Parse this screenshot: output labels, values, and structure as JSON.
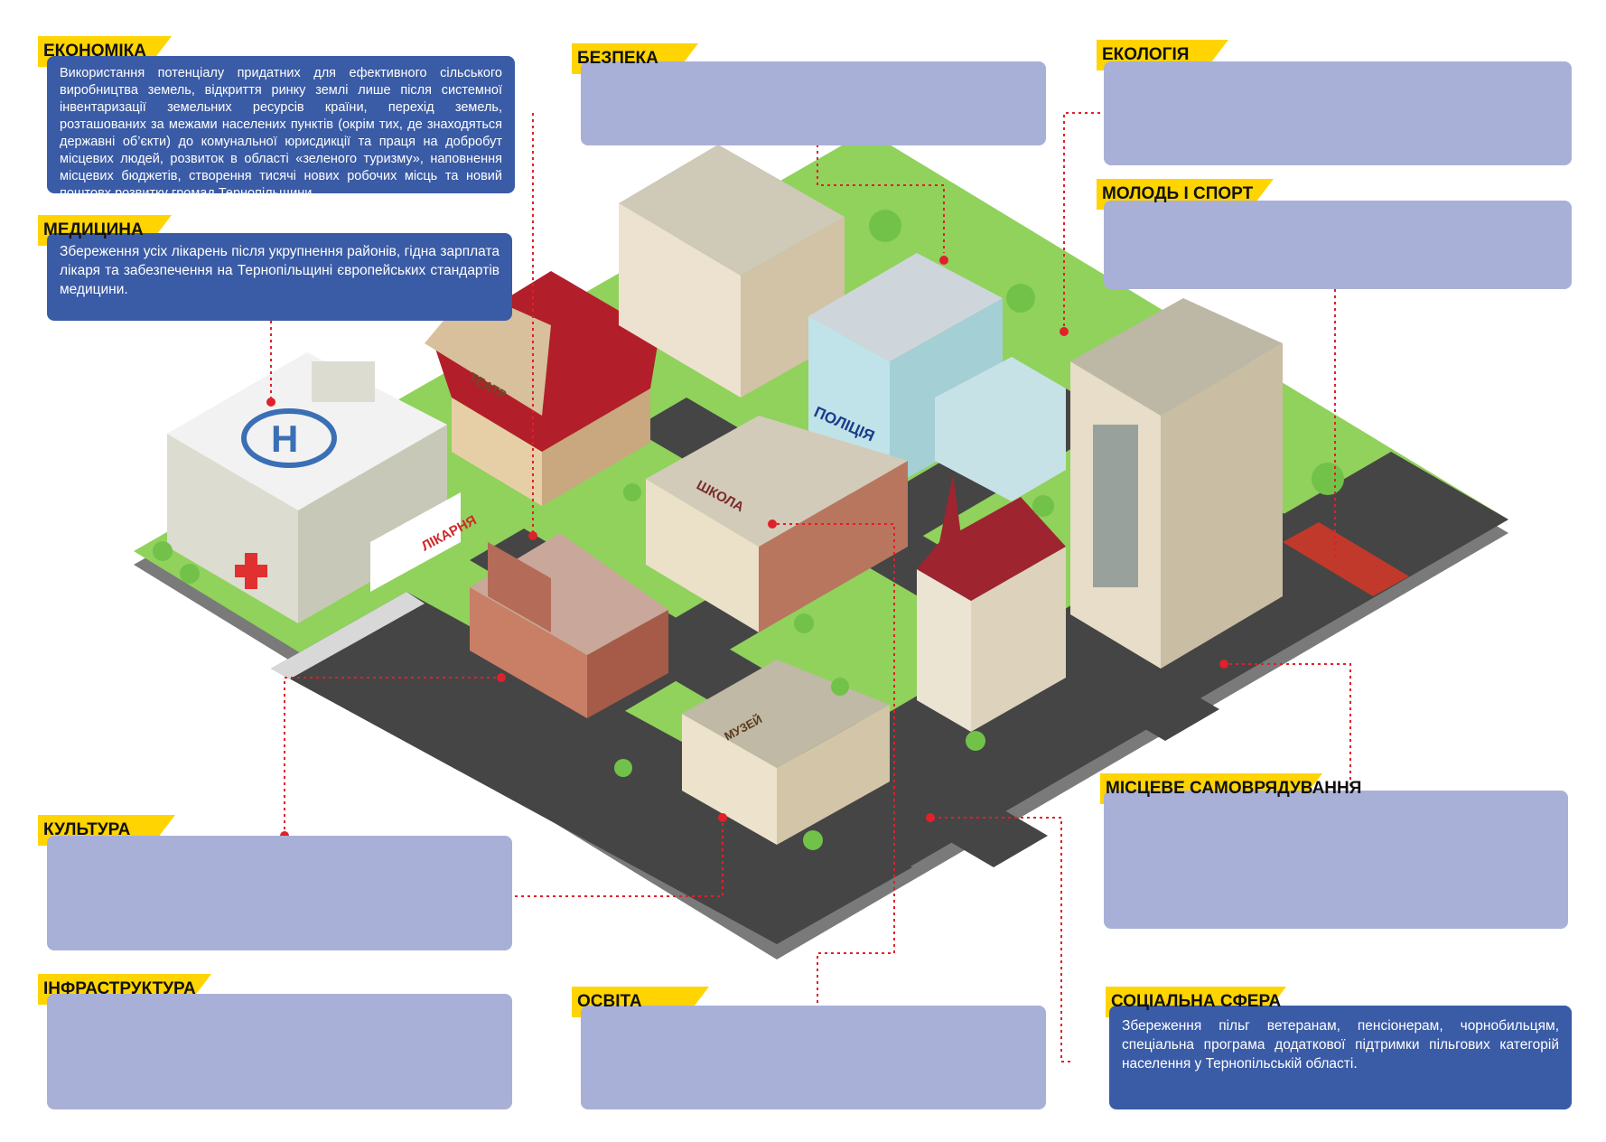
{
  "sections": {
    "economy": {
      "title": "ЕКОНОМІКА",
      "text": "Використання потенціалу придатних для ефективного сільського виробництва земель, відкриття ринку землі лише після системної інвентаризації земельних ресурсів країни, перехід земель, розташованих за межами населених пунктів (окрім тих, де знаходяться державні об’єкти) до комунальної юрисдикції та праця на добробут місцевих людей, розвиток в області «зеленого туризму», наповнення місцевих бюджетів, створення тисячі нових робочих місць та новий поштовх розвитку громад Тернопільщини."
    },
    "medicine": {
      "title": "МЕДИЦИНА",
      "text": "Збереження усіх лікарень після укрупнення районів, гідна зарплата лікаря та забезпечення на Тернопільщині європейських стандартів медицини."
    },
    "security": {
      "title": "БЕЗПЕКА",
      "text": ""
    },
    "ecology": {
      "title": "ЕКОЛОГІЯ",
      "text": ""
    },
    "youth": {
      "title": "МОЛОДЬ І СПОРТ",
      "text": ""
    },
    "culture": {
      "title": "КУЛЬТУРА",
      "text": ""
    },
    "infrastructure": {
      "title": "ІНФРАСТРУКТУРА",
      "text": ""
    },
    "education": {
      "title": "ОСВІТА",
      "text": ""
    },
    "selfgov": {
      "title": "МІСЦЕВЕ САМОВРЯДУВАННЯ",
      "text": ""
    },
    "social": {
      "title": "СОЦІАЛЬНА СФЕРА",
      "text": "Збереження пільг ветеранам, пенсіонерам, чорнобильцям, спеціальна програма додаткової підтримки пільгових категорій населення у Тернопільській області."
    }
  },
  "signs": {
    "theatre": "ТЕАТР",
    "police": "ПОЛІЦІЯ",
    "school": "ШКОЛА",
    "hospital": "ЛІКАРНЯ",
    "museum": "МУЗЕЙ",
    "helipad": "H"
  },
  "colors": {
    "label_yellow": "#ffd400",
    "box_empty": "#a9b0d7",
    "box_filled": "#3a5ba5",
    "connector": "#e0202a",
    "grass": "#8fd35a",
    "road": "#444444",
    "roof_red": "#8e2a2a"
  }
}
